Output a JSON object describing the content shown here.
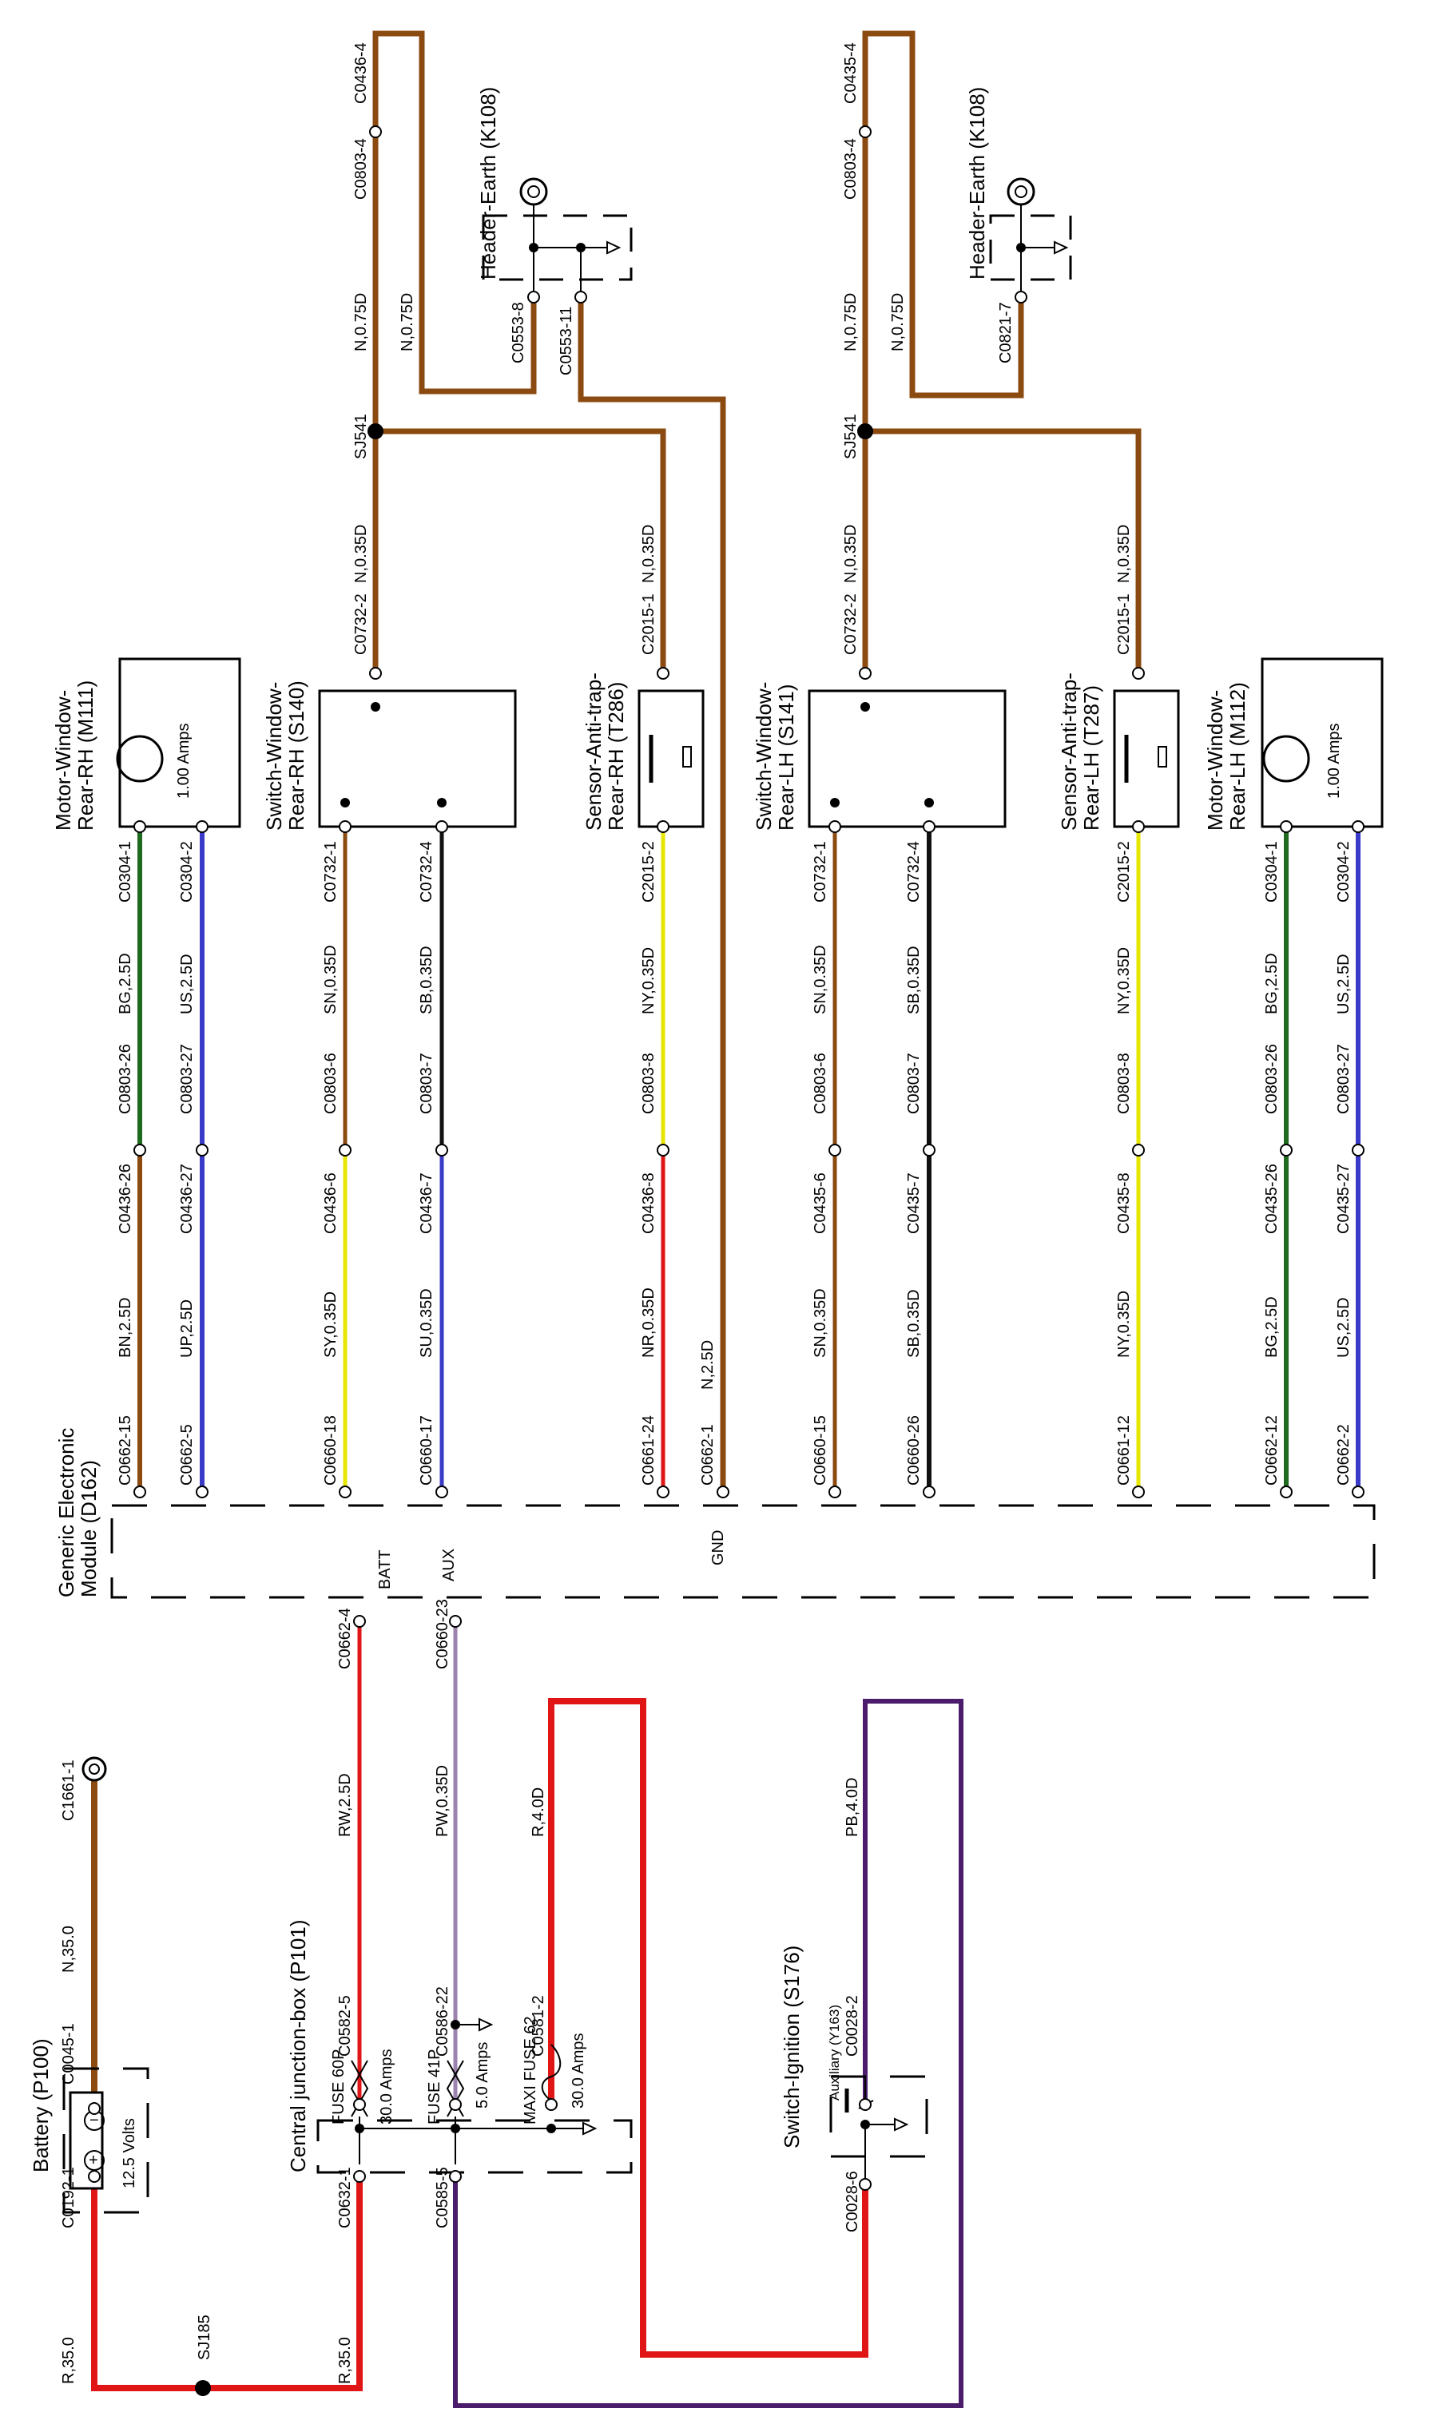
{
  "colors": {
    "brown": "#8B4A10",
    "red": "#E01616",
    "purple": "#4B1C6B",
    "yellow": "#E6E600",
    "green": "#1E6B1E",
    "blue": "#3A3AC8",
    "black": "#111111"
  },
  "components": {
    "battery": {
      "title": "Battery (P100)",
      "rating": "12.5 Volts"
    },
    "cjb": {
      "title": "Central junction-box (P101)",
      "fuse1": "FUSE 60P",
      "fuse1_rating": "30.0 Amps",
      "fuse2": "FUSE 41P",
      "fuse2_rating": "5.0 Amps",
      "fuse3": "MAXI FUSE 62",
      "fuse3_rating": "30.0 Amps"
    },
    "ignition": {
      "title": "Switch-Ignition (S176)",
      "aux": "Auxiliary (Y163)"
    },
    "gem": {
      "title_line1": "Generic Electronic",
      "title_line2": "Module (D162)",
      "pin_batt": "BATT",
      "pin_aux": "AUX",
      "pin_gnd": "GND"
    },
    "motor_rh": {
      "line1": "Motor-Window-",
      "line2": "Rear-RH (M111)",
      "rating": "1.00 Amps"
    },
    "switch_rh": {
      "line1": "Switch-Window-",
      "line2": "Rear-RH (S140)"
    },
    "sensor_rh": {
      "line1": "Sensor-Anti-trap-",
      "line2": "Rear-RH (T286)"
    },
    "switch_lh": {
      "line1": "Switch-Window-",
      "line2": "Rear-LH (S141)"
    },
    "sensor_lh": {
      "line1": "Sensor-Anti-trap-",
      "line2": "Rear-LH (T287)"
    },
    "motor_lh": {
      "line1": "Motor-Window-",
      "line2": "Rear-LH (M112)",
      "rating": "1.00 Amps"
    },
    "earth1": {
      "title": "Header-Earth (K108)"
    },
    "earth2": {
      "title": "Header-Earth (K108)"
    }
  },
  "connectors": {
    "c0192_1": "C0192-1",
    "c0045_1": "C0045-1",
    "c1661_1": "C1661-1",
    "sj185": "SJ185",
    "c0632_1": "C0632-1",
    "c0582_5": "C0582-5",
    "c0585_5": "C0585-5",
    "c0586_22": "C0586-22",
    "c0581_2": "C0581-2",
    "c0662_4": "C0662-4",
    "c0660_23": "C0660-23",
    "c0028_6": "C0028-6",
    "c0028_2": "C0028-2",
    "c0662_15": "C0662-15",
    "c0662_5": "C0662-5",
    "c0660_18": "C0660-18",
    "c0660_17": "C0660-17",
    "c0661_24": "C0661-24",
    "c0662_1": "C0662-1",
    "c0660_15": "C0660-15",
    "c0660_26": "C0660-26",
    "c0661_12": "C0661-12",
    "c0662_12": "C0662-12",
    "c0662_2": "C0662-2",
    "c0436_26": "C0436-26",
    "c0803_26a": "C0803-26",
    "c0436_27": "C0436-27",
    "c0803_27a": "C0803-27",
    "c0436_6": "C0436-6",
    "c0803_6a": "C0803-6",
    "c0436_7": "C0436-7",
    "c0803_7a": "C0803-7",
    "c0436_8": "C0436-8",
    "c0803_8a": "C0803-8",
    "c0435_6": "C0435-6",
    "c0803_6b": "C0803-6",
    "c0435_7": "C0435-7",
    "c0803_7b": "C0803-7",
    "c0435_8": "C0435-8",
    "c0803_8b": "C0803-8",
    "c0435_26": "C0435-26",
    "c0803_26b": "C0803-26",
    "c0435_27": "C0435-27",
    "c0803_27b": "C0803-27",
    "c0304_1a": "C0304-1",
    "c0304_2a": "C0304-2",
    "c0732_1a": "C0732-1",
    "c0732_4a": "C0732-4",
    "c0732_2a": "C0732-2",
    "c2015_2a": "C2015-2",
    "c2015_1a": "C2015-1",
    "c0732_1b": "C0732-1",
    "c0732_4b": "C0732-4",
    "c0732_2b": "C0732-2",
    "c2015_2b": "C2015-2",
    "c2015_1b": "C2015-1",
    "c0304_1b": "C0304-1",
    "c0304_2b": "C0304-2",
    "sj541a": "SJ541",
    "sj541b": "SJ541",
    "c0803_4a": "C0803-4",
    "c0436_4": "C0436-4",
    "c0803_4b": "C0803-4",
    "c0435_4": "C0435-4",
    "c0553_8": "C0553-8",
    "c0553_11": "C0553-11",
    "c0821_7": "C0821-7"
  },
  "wires": {
    "r35a": "R,35.0",
    "n35": "N,35.0",
    "r35b": "R,35.0",
    "rw25": "RW,2.5D",
    "pw035": "PW,0.35D",
    "r40": "R,4.0D",
    "pb40": "PB,4.0D",
    "bn25": "BN,2.5D",
    "up25": "UP,2.5D",
    "sy035": "SY,0.35D",
    "su035": "SU,0.35D",
    "nr035": "NR,0.35D",
    "n25": "N,2.5D",
    "sn035a": "SN,0.35D",
    "sb035a": "SB,0.35D",
    "ny035a": "NY,0.35D",
    "bg25a": "BG,2.5D",
    "us25a": "US,2.5D",
    "bg25b": "BG,2.5D",
    "us25b": "US,2.5D",
    "sn035b": "SN,0.35D",
    "sb035b": "SB,0.35D",
    "ny035b": "NY,0.35D",
    "sn035c": "SN,0.35D",
    "sb035c": "SB,0.35D",
    "ny035c": "NY,0.35D",
    "n035a": "N,0.35D",
    "n035b": "N,0.35D",
    "n035c": "N,0.35D",
    "n035d": "N,0.35D",
    "n075a": "N,0.75D",
    "n075b": "N,0.75D",
    "n075c": "N,0.75D",
    "n075d": "N,0.75D"
  }
}
